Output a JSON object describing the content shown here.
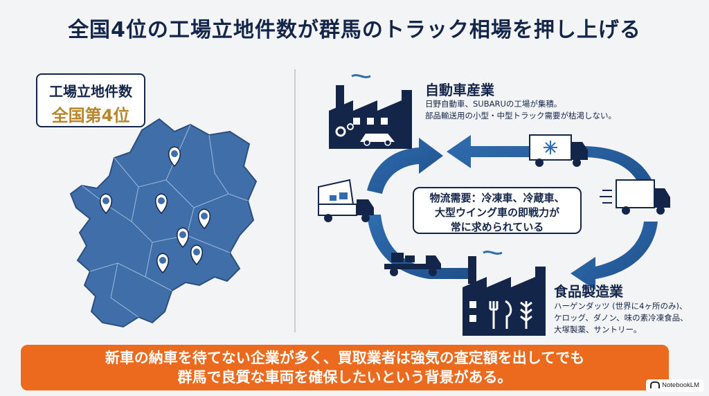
{
  "title": "全国4位の工場立地件数が群馬のトラック相場を押し上げる",
  "badge": {
    "line1": "工場立地件数",
    "line2": "全国第4位"
  },
  "automotive": {
    "title": "自動車産業",
    "line1": "日野自動車、SUBARUの工場が集積。",
    "line2": "部品輸送用の小型・中型トラック需要が枯渇しない。"
  },
  "logistics": {
    "line1": "物流需要：冷凍車、冷蔵車、",
    "line2": "大型ウイング車の即戦力が",
    "line3": "常に求められている"
  },
  "food": {
    "title": "食品製造業",
    "line1": "ハーゲンダッツ (世界に4ヶ所のみ)、",
    "line2": "ケロッグ、ダノン、味の素冷凍食品、",
    "line3": "大塚製薬、サントリー。"
  },
  "banner": {
    "line1": "新車の納車を待てない企業が多く、買取業者は強気の査定額を出してでも",
    "line2": "群馬で良質な車両を確保したいという背景がある。"
  },
  "brand": "NotebookLM",
  "colors": {
    "navy": "#14254a",
    "map_blue": "#3f6ea8",
    "arrow_blue": "#2f6db0",
    "accent_orange": "#ec6a1e",
    "gold": "#b8862a"
  }
}
